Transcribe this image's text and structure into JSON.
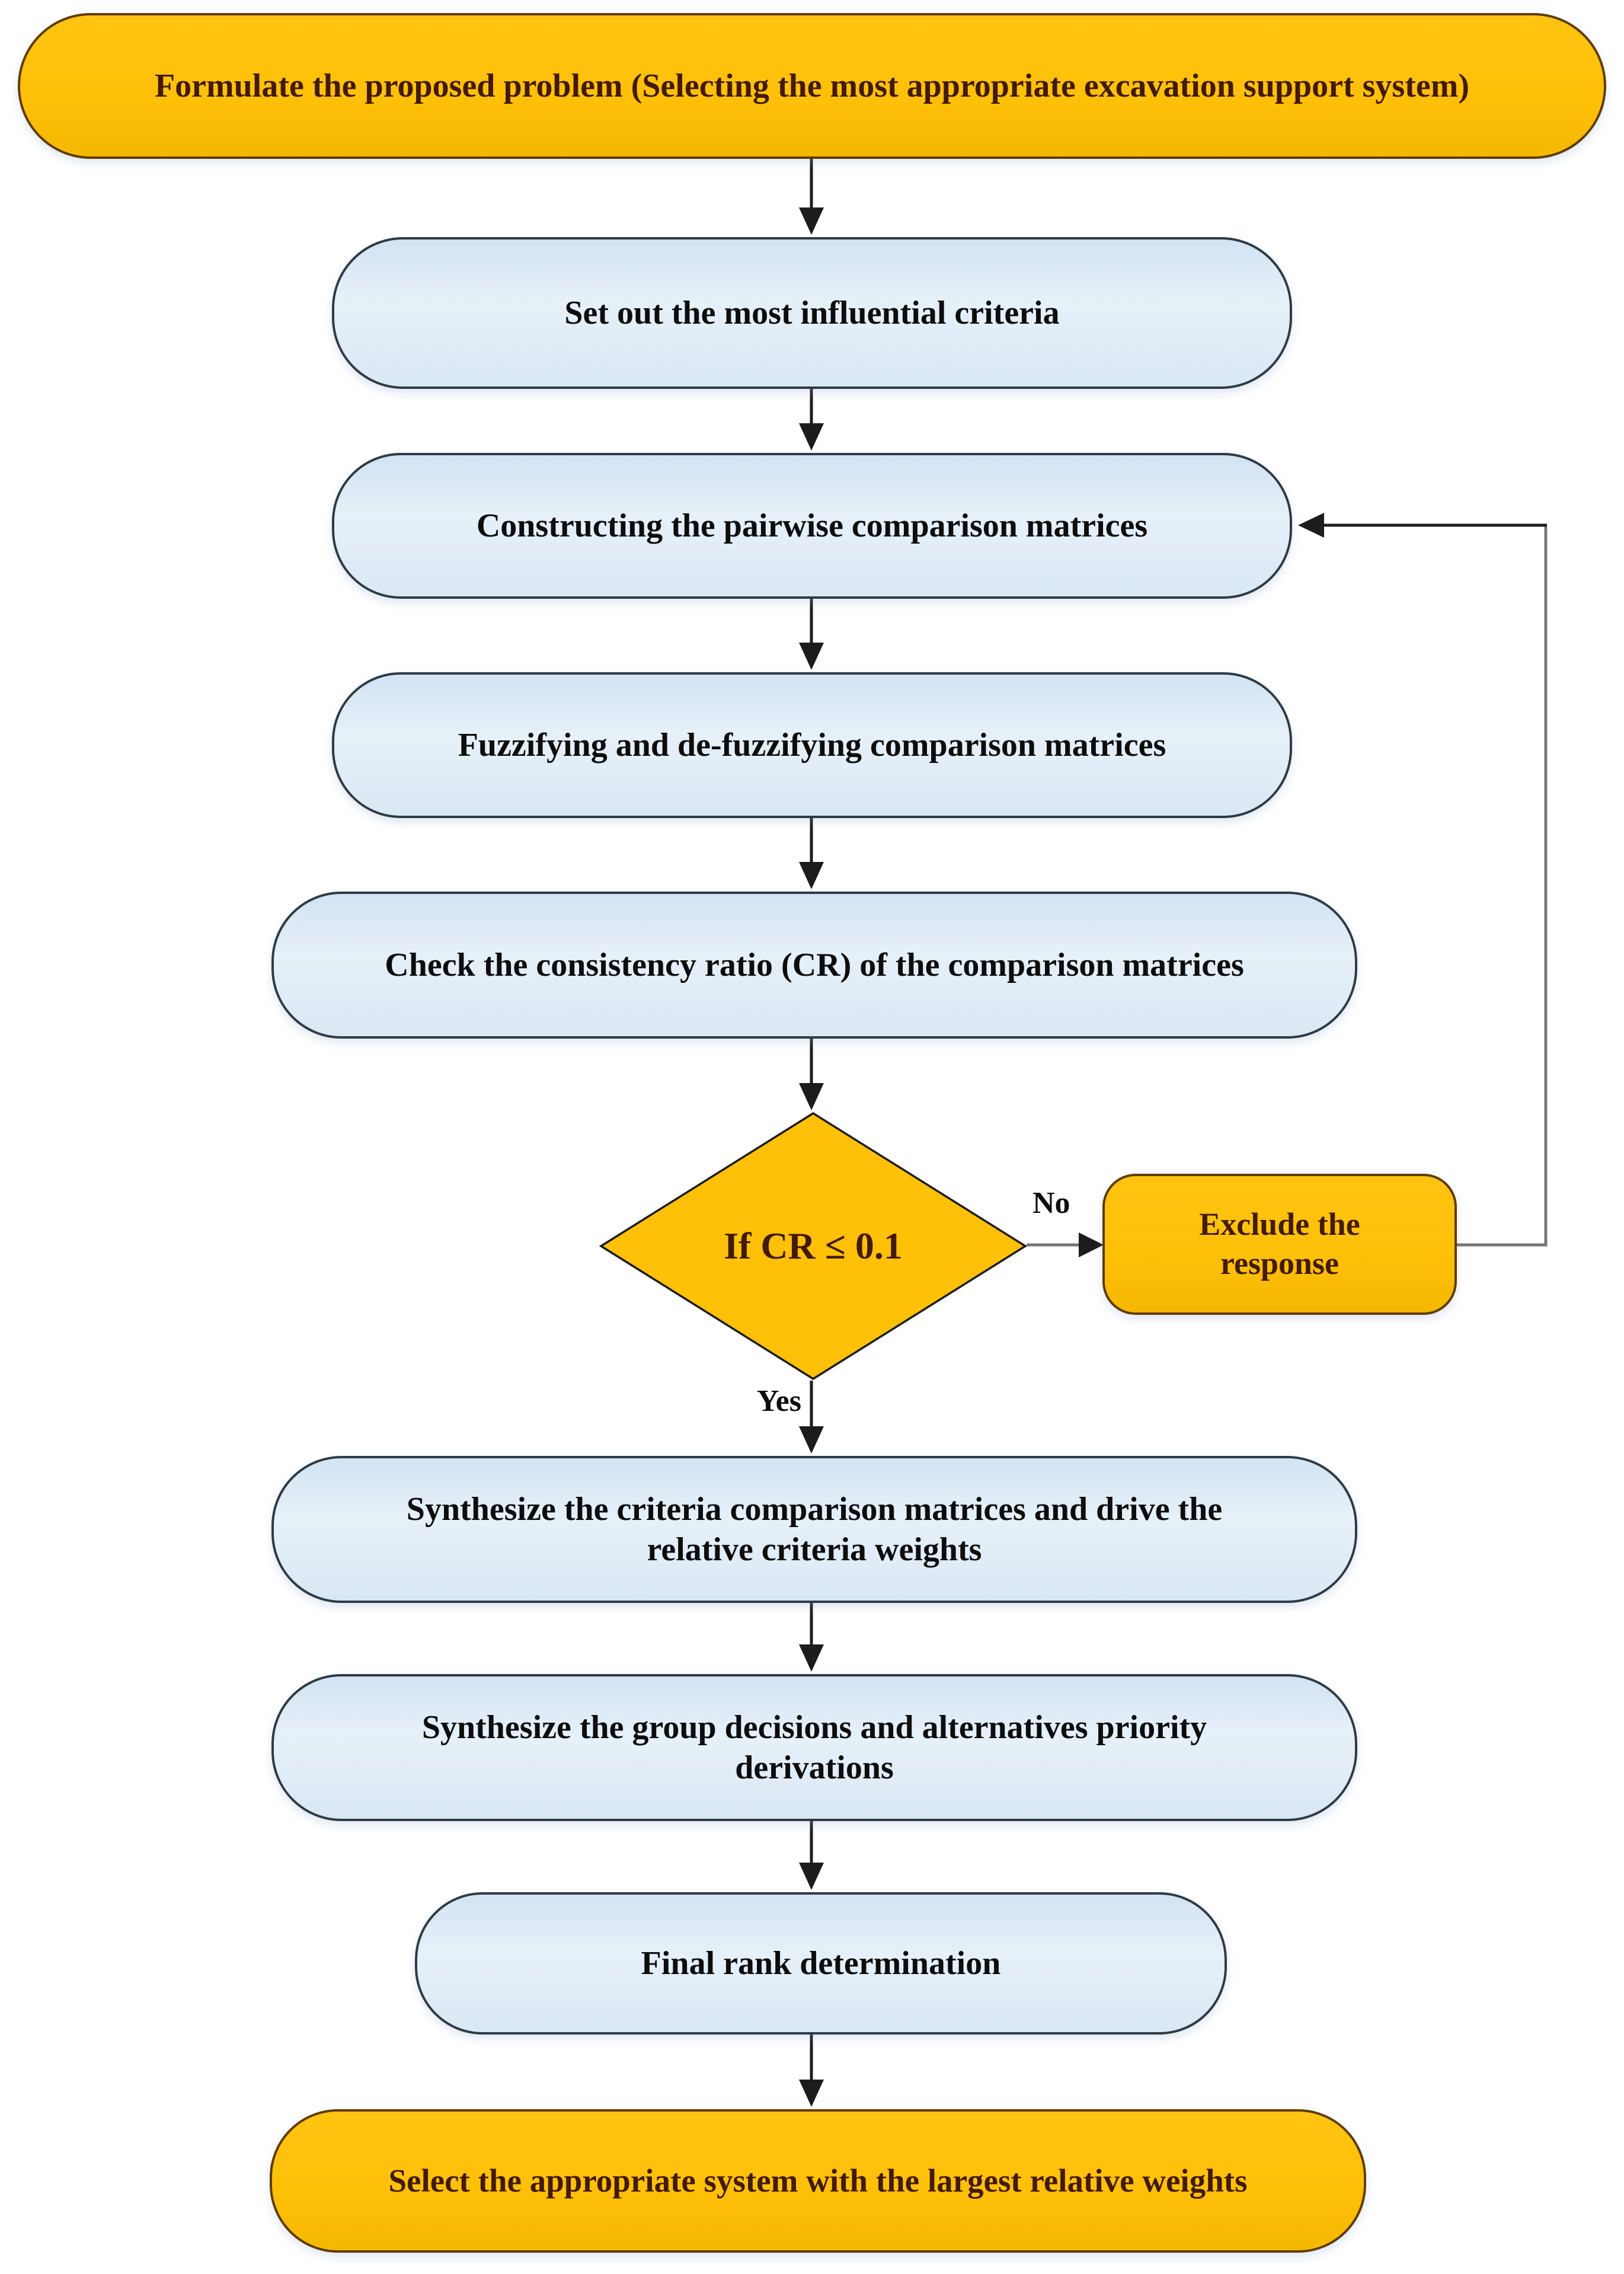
{
  "diagram": {
    "title": "Fuzzy AHP excavation support system selection flowchart",
    "colors": {
      "process_fill": "#dae8f4",
      "process_border": "#2e3b46",
      "accent_fill": "#ffc008",
      "accent_border": "#5f3c00",
      "accent_text": "#431a02",
      "text": "#0d0d0d",
      "line": "#1c1c1c",
      "loop_line": "#757575"
    },
    "nodes": [
      {
        "id": "start",
        "shape": "stadium",
        "fill": "accent",
        "label": "Formulate the proposed problem (Selecting the most appropriate excavation support system)"
      },
      {
        "id": "criteria",
        "shape": "stadium",
        "fill": "process",
        "label": "Set out the most influential criteria"
      },
      {
        "id": "pairwise",
        "shape": "stadium",
        "fill": "process",
        "label": "Constructing the pairwise comparison matrices"
      },
      {
        "id": "fuzzify",
        "shape": "stadium",
        "fill": "process",
        "label": "Fuzzifying and de-fuzzifying comparison matrices"
      },
      {
        "id": "check_cr",
        "shape": "stadium",
        "fill": "process",
        "label": "Check the consistency ratio (CR) of the comparison matrices"
      },
      {
        "id": "cr_decision",
        "shape": "diamond",
        "fill": "accent",
        "label": "If CR ≤ 0.1"
      },
      {
        "id": "exclude_response",
        "shape": "rounded-rect",
        "fill": "accent",
        "lines": [
          "Exclude the",
          "response"
        ]
      },
      {
        "id": "synth_criteria",
        "shape": "stadium",
        "fill": "process",
        "lines": [
          "Synthesize the criteria comparison matrices and drive the",
          "relative criteria weights"
        ]
      },
      {
        "id": "synth_group",
        "shape": "stadium",
        "fill": "process",
        "lines": [
          "Synthesize the group decisions and alternatives priority",
          "derivations"
        ]
      },
      {
        "id": "final_rank",
        "shape": "stadium",
        "fill": "process",
        "label": "Final rank determination"
      },
      {
        "id": "select_system",
        "shape": "stadium",
        "fill": "accent",
        "label": "Select the appropriate system with the largest relative weights"
      }
    ],
    "edge_labels": {
      "no": "No",
      "yes": "Yes"
    }
  }
}
